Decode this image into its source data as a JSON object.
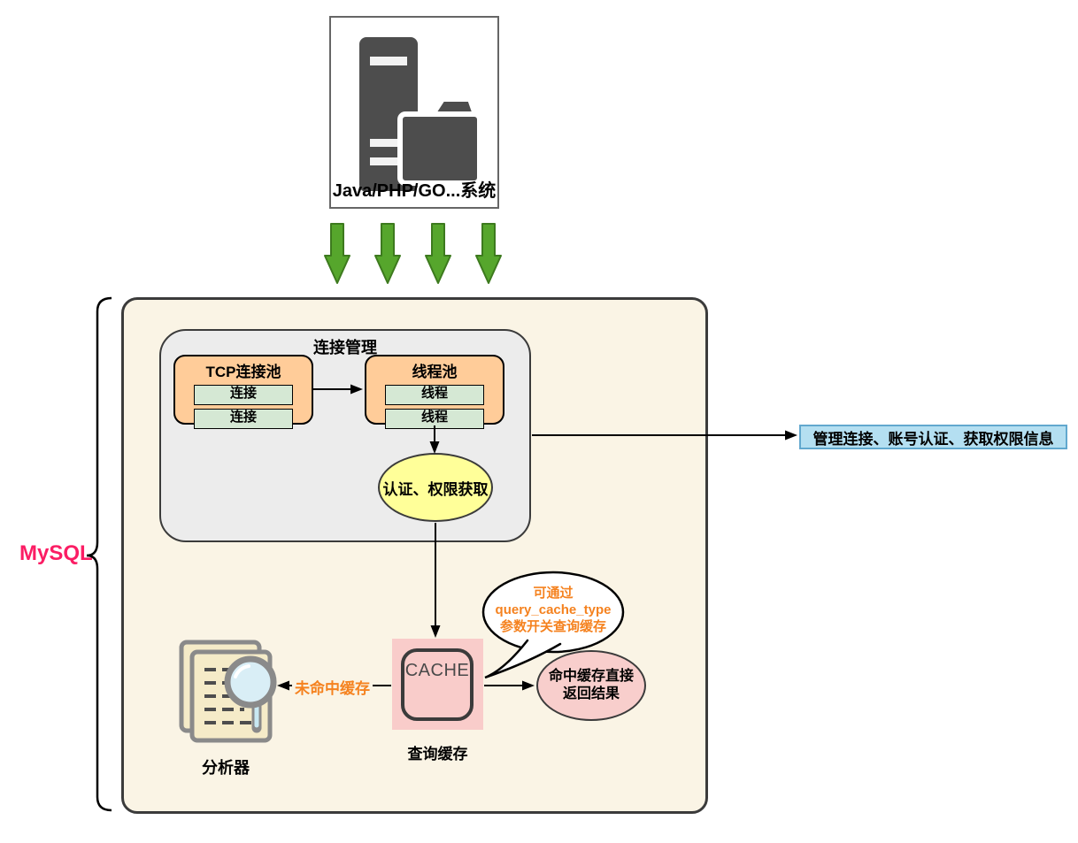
{
  "app_system": {
    "label": "Java/PHP/GO...系统"
  },
  "mysql": {
    "label": "MySQL",
    "connection_management": {
      "title": "连接管理",
      "tcp_pool": {
        "title": "TCP连接池",
        "rows": [
          "连接",
          "连接"
        ]
      },
      "thread_pool": {
        "title": "线程池",
        "rows": [
          "线程",
          "线程"
        ]
      },
      "auth": {
        "label": "认证、权限获取"
      }
    },
    "right_note": "管理连接、账号认证、获取权限信息",
    "query_cache": {
      "cache_text": "CACHE",
      "label": "查询缓存",
      "note": {
        "lines": [
          "可通过",
          "query_cache_type",
          "参数开关查询缓存"
        ]
      },
      "hit": {
        "line1": "命中缓存直接",
        "line2": "返回结果"
      },
      "miss_label": "未命中缓存"
    },
    "analyzer": {
      "label": "分析器"
    }
  },
  "colors": {
    "mysql_label": "#FB1D64",
    "orange_text": "#F5821F",
    "mysql_box_fill": "#FAF4E5",
    "conn_box_fill": "#ECECEC",
    "pool_orange": "#FFCC99",
    "row_green": "#D5E8D4",
    "auth_yellow": "#FFFF99",
    "pink_fill": "#F8CECC",
    "cache_pink": "#F9CCCA",
    "note_blue_fill": "#B4DFF1",
    "note_blue_border": "#62A8CE",
    "green_arrow": "#56A62C",
    "icon_dark_gray": "#4D4D4D"
  }
}
